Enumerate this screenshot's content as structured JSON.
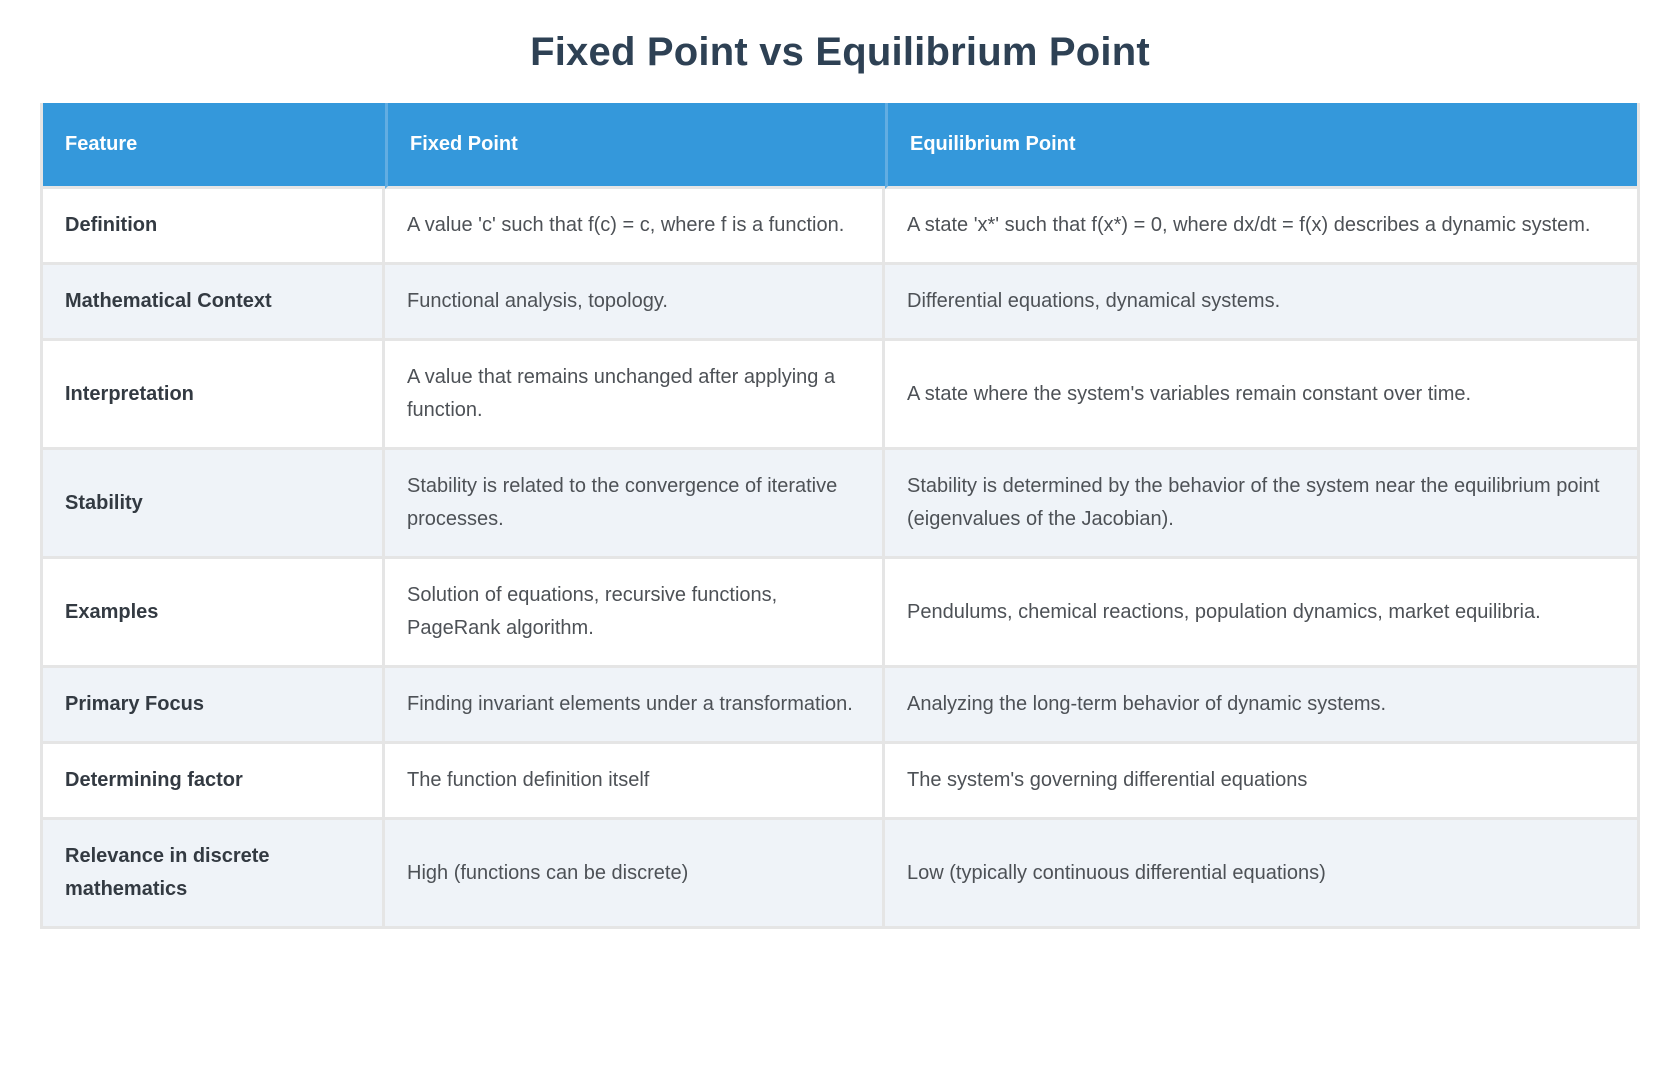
{
  "title": "Fixed Point vs Equilibrium Point",
  "table": {
    "headers": [
      "Feature",
      "Fixed Point",
      "Equilibrium Point"
    ],
    "rows": [
      {
        "feature": "Definition",
        "fixed_point": "A value 'c' such that f(c) = c, where f is a function.",
        "equilibrium_point": "A state 'x*' such that f(x*) = 0, where dx/dt = f(x) describes a dynamic system."
      },
      {
        "feature": "Mathematical Context",
        "fixed_point": "Functional analysis, topology.",
        "equilibrium_point": "Differential equations, dynamical systems."
      },
      {
        "feature": "Interpretation",
        "fixed_point": "A value that remains unchanged after applying a function.",
        "equilibrium_point": "A state where the system's variables remain constant over time."
      },
      {
        "feature": "Stability",
        "fixed_point": "Stability is related to the convergence of iterative processes.",
        "equilibrium_point": "Stability is determined by the behavior of the system near the equilibrium point (eigenvalues of the Jacobian)."
      },
      {
        "feature": "Examples",
        "fixed_point": "Solution of equations, recursive functions, PageRank algorithm.",
        "equilibrium_point": "Pendulums, chemical reactions, population dynamics, market equilibria."
      },
      {
        "feature": "Primary Focus",
        "fixed_point": "Finding invariant elements under a transformation.",
        "equilibrium_point": "Analyzing the long-term behavior of dynamic systems."
      },
      {
        "feature": "Determining factor",
        "fixed_point": "The function definition itself",
        "equilibrium_point": "The system's governing differential equations"
      },
      {
        "feature": "Relevance in discrete mathematics",
        "fixed_point": "High (functions can be discrete)",
        "equilibrium_point": "Low (typically continuous differential equations)"
      }
    ]
  },
  "colors": {
    "title_text": "#2e4154",
    "header_bg": "#3498db",
    "header_text": "#ffffff",
    "header_divider": "#62ade2",
    "border": "#e5e5e5",
    "row_bg": "#ffffff",
    "stripe_bg": "#eff3f8",
    "feature_text": "#333a42",
    "body_text": "#4d5156"
  }
}
